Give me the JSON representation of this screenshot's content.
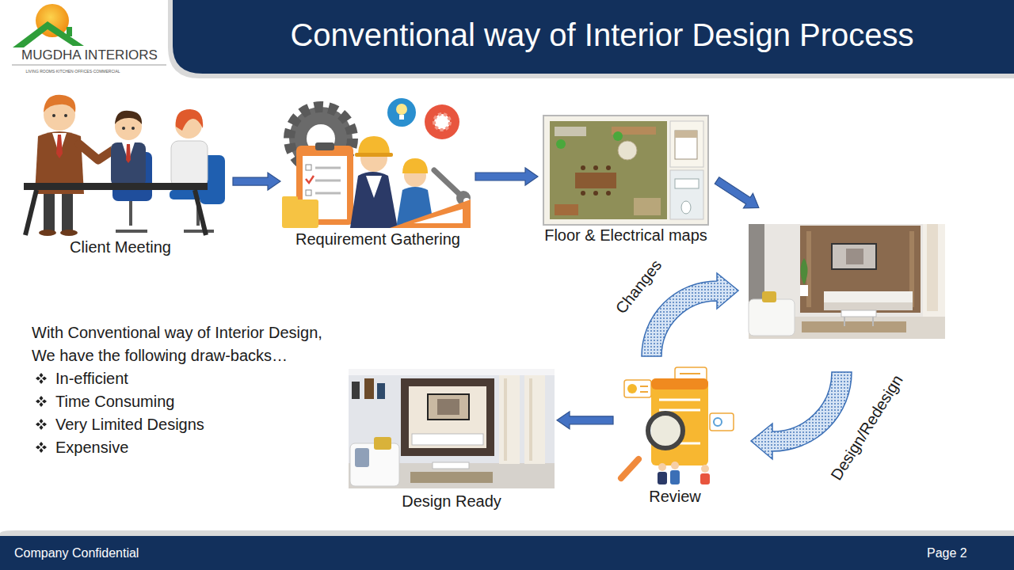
{
  "diagram": {
    "title": "Conventional way of Interior Design Process",
    "nodes": [
      {
        "text": [
          "Client Meeting"
        ]
      },
      {
        "text": [
          "Requirement Gathering"
        ]
      },
      {
        "text": [
          "Floor & Electrical maps"
        ]
      },
      {
        "text": [
          "Review"
        ]
      },
      {
        "text": [
          "Design Ready"
        ]
      }
    ],
    "edges": [
      {
        "from": 0,
        "to": 1,
        "arrow": "to"
      },
      {
        "from": 1,
        "to": 2,
        "arrow": "to"
      },
      {
        "from": 3,
        "to": 4,
        "arrow": "to"
      }
    ],
    "labels": [
      "MUGDHA INTERIORS",
      "LIVING ROOMS·KITCHEN·OFFICES·COMMERCIAL",
      "Changes",
      "Design/Redesign",
      "With Conventional way of Interior Design,",
      "We have the following draw-backs…",
      "In-efficient",
      "Time Consuming",
      "Very Limited Designs",
      "Expensive",
      "Company Confidential",
      "Page 2"
    ]
  }
}
